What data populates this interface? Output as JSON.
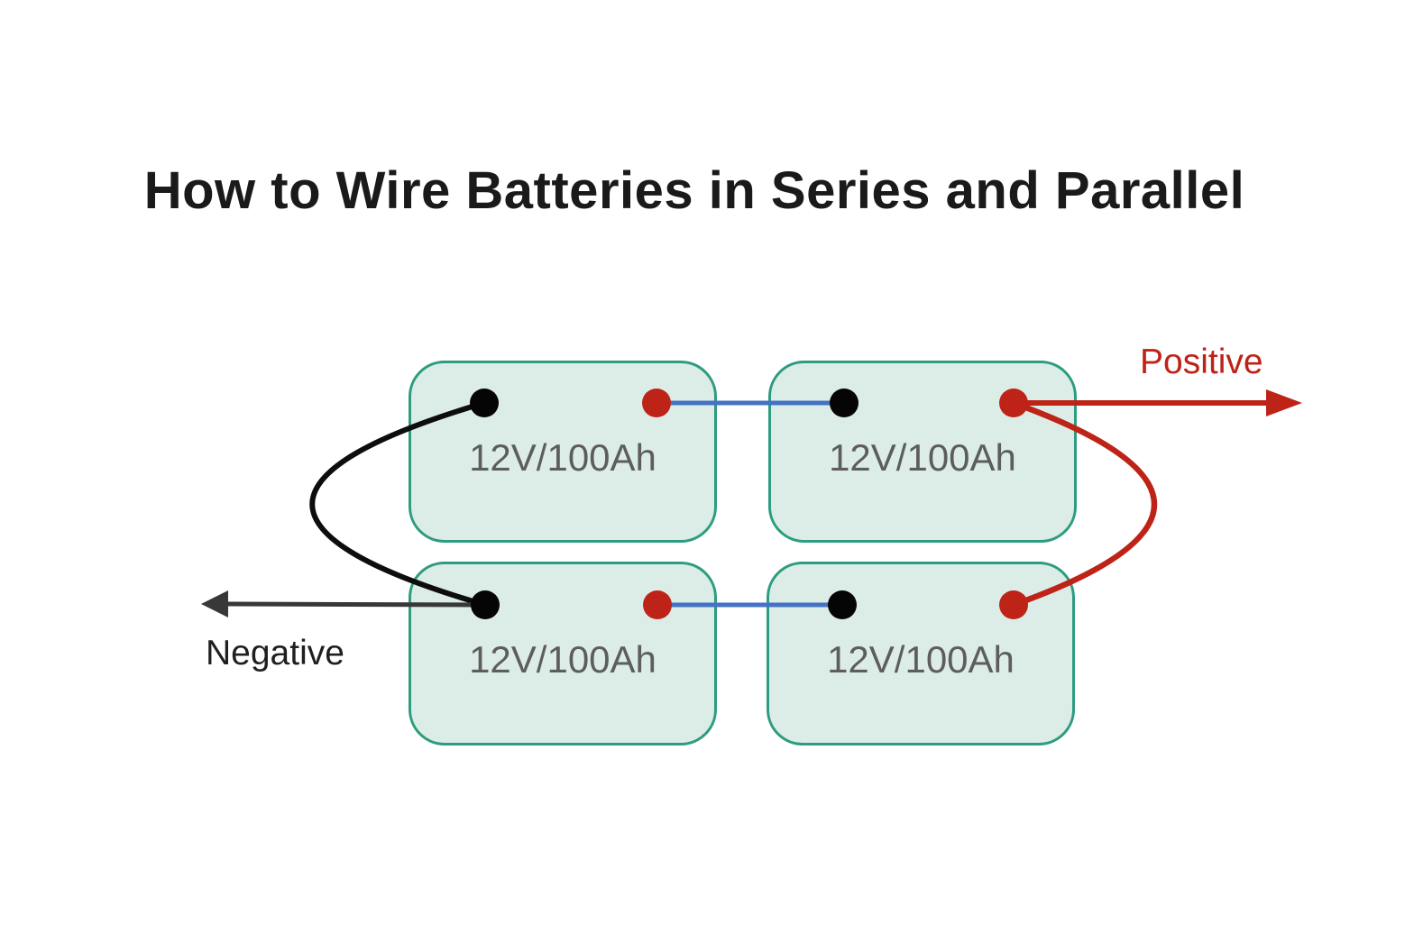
{
  "title": "How to Wire Batteries in Series and Parallel",
  "batteries": [
    {
      "position": "top-left",
      "label": "12V/100Ah"
    },
    {
      "position": "top-right",
      "label": "12V/100Ah"
    },
    {
      "position": "bottom-left",
      "label": "12V/100Ah"
    },
    {
      "position": "bottom-right",
      "label": "12V/100Ah"
    }
  ],
  "annotations": {
    "positive": "Positive",
    "negative": "Negative"
  },
  "icons": {
    "positive_terminal": "red-dot-icon",
    "negative_terminal": "black-dot-icon",
    "positive_arrow": "right-arrow-icon",
    "negative_arrow": "left-arrow-icon"
  },
  "colors": {
    "title": "#1A1A1A",
    "battery_fill": "#DCEDE8",
    "battery_border": "#2E9C80",
    "battery_label": "#5D5D5D",
    "series_wire": "#4472C4",
    "positive_wire": "#BE2318",
    "negative_wire": "#383838",
    "parallel_wire_black": "#0D0D0D",
    "terminal_black": "#050505",
    "terminal_red": "#BE2318",
    "negative_text": "#1F1F1F"
  }
}
